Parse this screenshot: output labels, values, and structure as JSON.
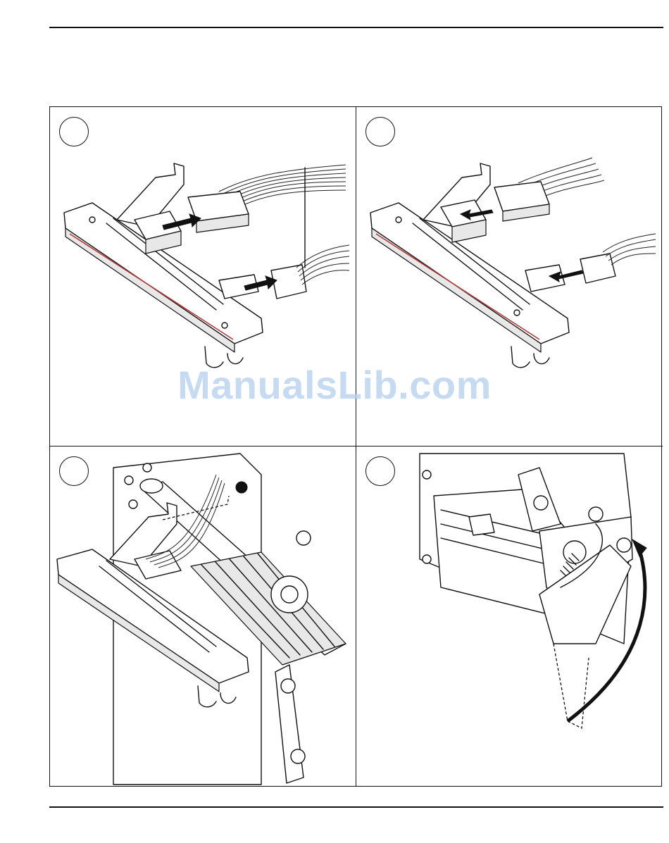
{
  "document": {
    "header_rule": true,
    "footer_rule": true
  },
  "steps": [
    {
      "id": 1,
      "number": ""
    },
    {
      "id": 2,
      "number": ""
    },
    {
      "id": 3,
      "number": ""
    },
    {
      "id": 4,
      "number": ""
    }
  ],
  "watermark": {
    "text": "ManualsLib.com",
    "color": "#b9d3ee"
  },
  "colors": {
    "line": "#111111",
    "accent_red": "#b23a3a"
  }
}
